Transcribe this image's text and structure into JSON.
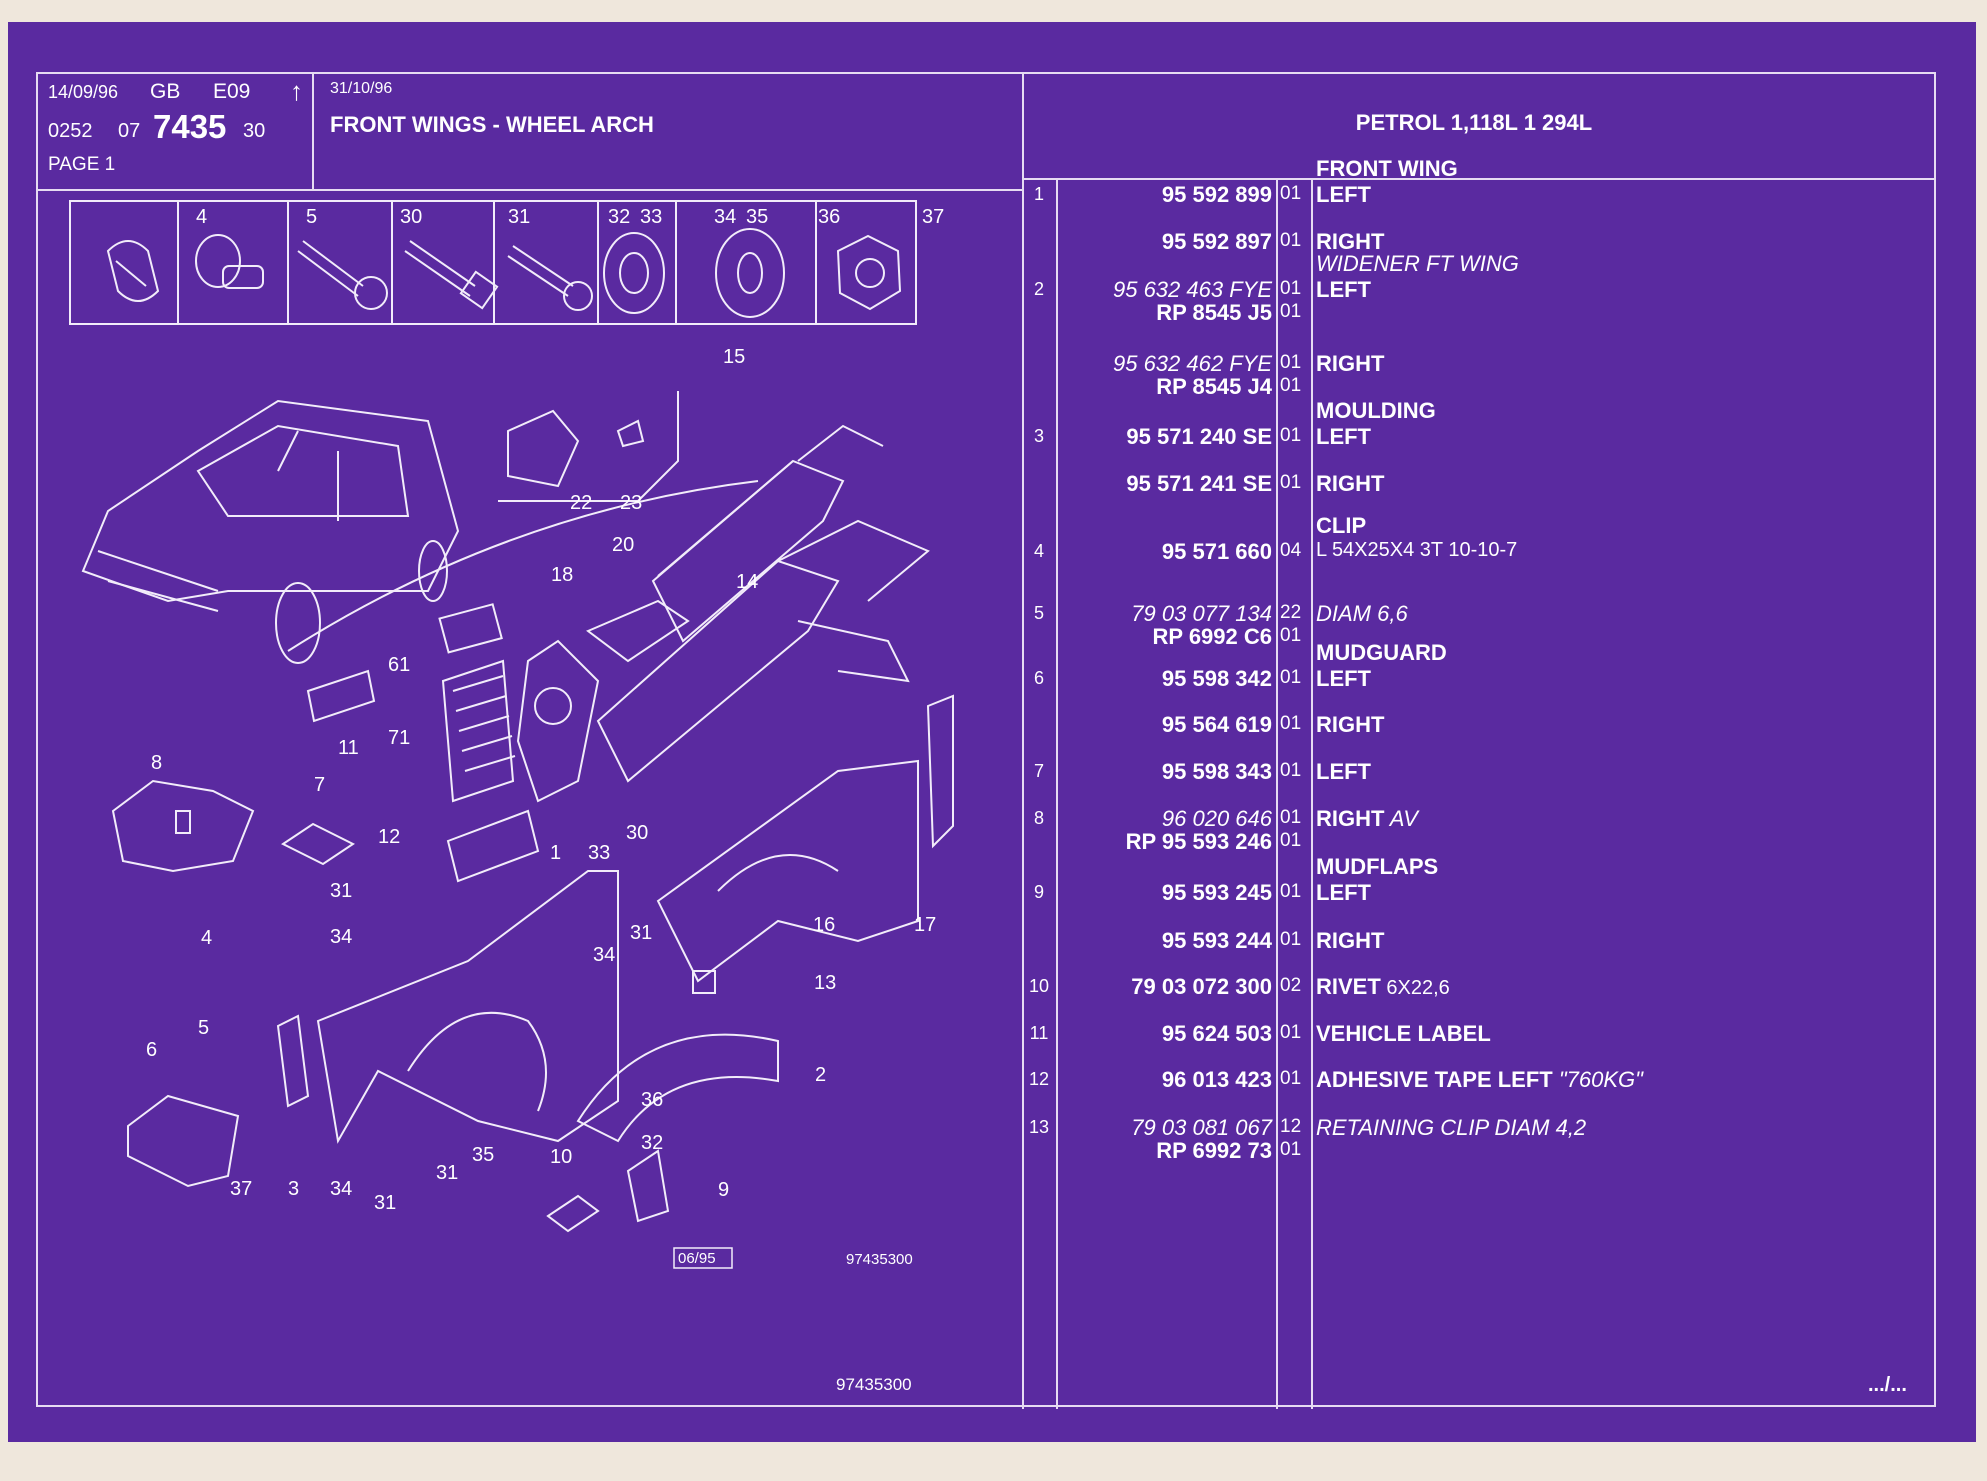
{
  "header": {
    "date_left": "14/09/96",
    "lang": "GB",
    "code": "E09",
    "group": "0252",
    "sub": "07",
    "plate": "7435",
    "plate_suffix": "30",
    "page": "PAGE 1",
    "date_right": "31/10/96",
    "title": "FRONT WINGS - WHEEL ARCH",
    "engine": "PETROL 1,118L 1 294L"
  },
  "diagram": {
    "date_stamp": "06/95",
    "ref_inner": "97435300",
    "ref_bottom": "97435300"
  },
  "footer": {
    "continued": ".../..."
  },
  "parts": [
    {
      "heading": "FRONT WING",
      "ref": "1",
      "part": "95 592 899",
      "qty": "01",
      "desc": "LEFT"
    },
    {
      "ref": "",
      "part": "95 592 897",
      "qty": "01",
      "desc": "RIGHT"
    },
    {
      "heading": "WIDENER FT WING",
      "heading_italic": true,
      "ref": "2",
      "part": "95 632 463 FYE",
      "part_italic": true,
      "qty": "01",
      "desc": "LEFT",
      "sub_part": "RP  8545 J5",
      "sub_qty": "01"
    },
    {
      "ref": "",
      "part": "95 632 462 FYE",
      "part_italic": true,
      "qty": "01",
      "desc": "RIGHT",
      "sub_part": "RP  8545 J4",
      "sub_qty": "01"
    },
    {
      "heading": "MOULDING",
      "ref": "3",
      "part": "95 571 240 SE",
      "qty": "01",
      "desc": "LEFT"
    },
    {
      "ref": "",
      "part": "95 571 241 SE",
      "qty": "01",
      "desc": "RIGHT"
    },
    {
      "heading": "CLIP",
      "ref": "4",
      "part": "95 571 660",
      "qty": "04",
      "desc": "L 54X25X4 3T 10-10-7",
      "desc_plain": true
    },
    {
      "ref": "5",
      "part": "79 03 077 134",
      "part_italic": true,
      "qty": "22",
      "desc": "DIAM 6,6",
      "desc_italic": true,
      "sub_part": "RP  6992 C6",
      "sub_qty": "01"
    },
    {
      "heading": "MUDGUARD",
      "ref": "6",
      "part": "95 598 342",
      "qty": "01",
      "desc": "LEFT"
    },
    {
      "ref": "",
      "part": "95 564 619",
      "qty": "01",
      "desc": "RIGHT"
    },
    {
      "ref": "7",
      "part": "95 598 343",
      "qty": "01",
      "desc": "LEFT"
    },
    {
      "ref": "8",
      "part": "96 020 646",
      "part_italic": true,
      "qty": "01",
      "desc": "RIGHT",
      "desc_suffix": "AV",
      "sub_part": "RP   95 593 246",
      "sub_qty": "01"
    },
    {
      "heading": "MUDFLAPS",
      "ref": "9",
      "part": "95 593 245",
      "qty": "01",
      "desc": "LEFT"
    },
    {
      "ref": "",
      "part": "95 593 244",
      "qty": "01",
      "desc": "RIGHT"
    },
    {
      "ref": "10",
      "part": "79 03 072 300",
      "qty": "02",
      "desc": "RIVET",
      "desc_suffix_plain": "6X22,6"
    },
    {
      "ref": "11",
      "part": "95 624 503",
      "qty": "01",
      "desc": "VEHICLE LABEL"
    },
    {
      "ref": "12",
      "part": "96 013 423",
      "qty": "01",
      "desc": "ADHESIVE TAPE LEFT",
      "desc_suffix": "\"760KG\""
    },
    {
      "ref": "13",
      "part": "79 03 081 067",
      "part_italic": true,
      "qty": "12",
      "desc": "RETAINING CLIP DIAM 4,2",
      "desc_italic": true,
      "sub_part": "RP  6992 73",
      "sub_qty": "01"
    }
  ],
  "colors": {
    "sheet": "#5a2aa0",
    "ink": "#ffffff",
    "background": "#efe7dc"
  }
}
